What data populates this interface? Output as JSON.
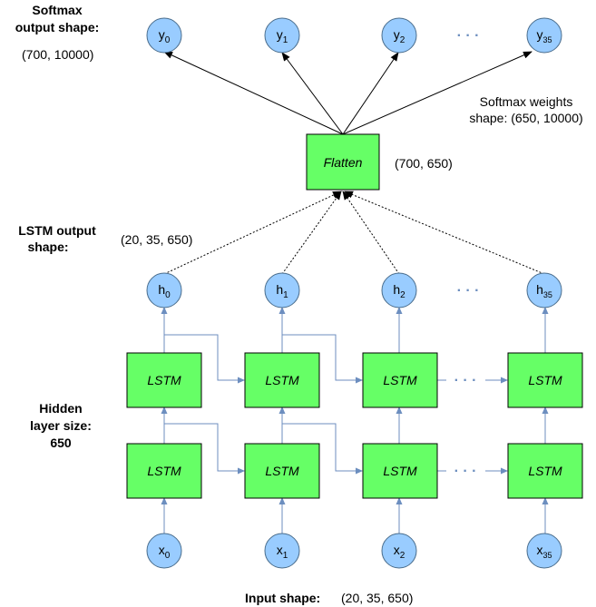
{
  "softmax_label": {
    "line1": "Softmax",
    "line2": "output shape:",
    "shape": "(700, 10000)"
  },
  "softmax_weights": {
    "line1": "Softmax weights",
    "line2": "shape: (650, 10000)"
  },
  "flatten": {
    "label": "Flatten",
    "shape": "(700, 650)"
  },
  "lstm_output_label": {
    "line1": "LSTM output",
    "line2": "shape:",
    "shape": "(20, 35, 650)"
  },
  "hidden_label": {
    "line1": "Hidden",
    "line2": "layer size:",
    "line3": "650"
  },
  "input_label": {
    "title": "Input shape:",
    "shape": "(20, 35, 650)"
  },
  "lstm_cell_label": "LSTM",
  "ellipsis": "· · ·",
  "outputs": [
    {
      "base": "y",
      "sub": "0"
    },
    {
      "base": "y",
      "sub": "1"
    },
    {
      "base": "y",
      "sub": "2"
    },
    {
      "base": "y",
      "sub": "35"
    }
  ],
  "hidden_states": [
    {
      "base": "h",
      "sub": "0"
    },
    {
      "base": "h",
      "sub": "1"
    },
    {
      "base": "h",
      "sub": "2"
    },
    {
      "base": "h",
      "sub": "35"
    }
  ],
  "inputs": [
    {
      "base": "x",
      "sub": "0"
    },
    {
      "base": "x",
      "sub": "1"
    },
    {
      "base": "x",
      "sub": "2"
    },
    {
      "base": "x",
      "sub": "35"
    }
  ],
  "colors": {
    "circle_fill": "#99ccff",
    "circle_stroke": "#4a6d8c",
    "box_fill": "#66ff66",
    "box_stroke": "#000000",
    "connector": "#6c8ebf",
    "arrow": "#000000"
  }
}
